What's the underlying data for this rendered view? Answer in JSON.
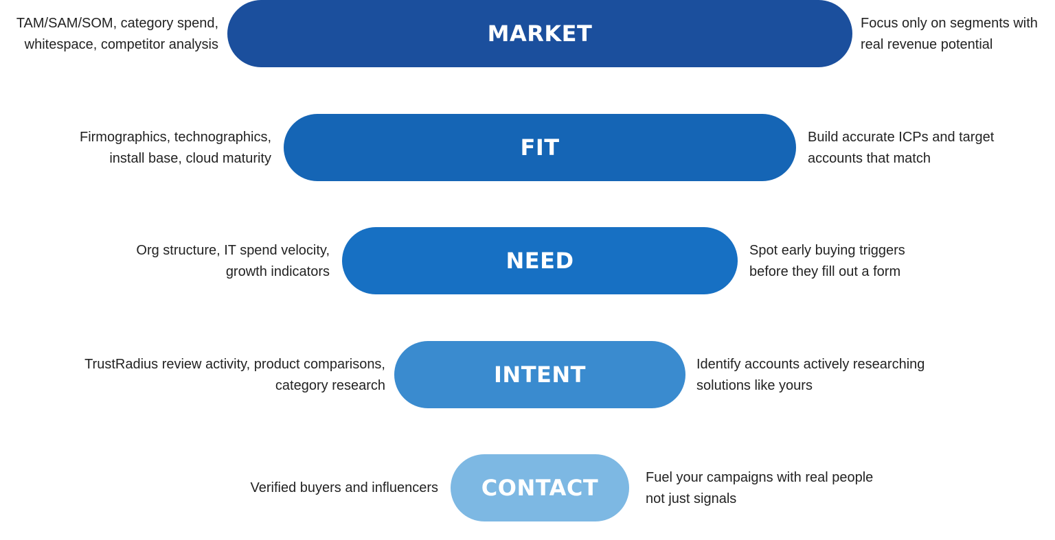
{
  "stages": [
    {
      "label": "MARKET",
      "left_lines": [
        "TAM/SAM/SOM, category spend,",
        "whitespace, competitor analysis"
      ],
      "right_lines": [
        "Focus only on segments with",
        "real revenue potential"
      ],
      "color": "#1b4f9d"
    },
    {
      "label": "FIT",
      "left_lines": [
        "Firmographics, technographics,",
        "install base, cloud maturity"
      ],
      "right_lines": [
        "Build accurate ICPs and target",
        "accounts that match"
      ],
      "color": "#1565b5"
    },
    {
      "label": "NEED",
      "left_lines": [
        "Org structure, IT spend velocity,",
        "growth indicators"
      ],
      "right_lines": [
        "Spot early buying triggers",
        "before they fill out a form"
      ],
      "color": "#1770c3"
    },
    {
      "label": "INTENT",
      "left_lines": [
        "TrustRadius review activity, product comparisons,",
        "category research"
      ],
      "right_lines": [
        "Identify accounts actively researching",
        "solutions like yours"
      ],
      "color": "#3a8bcf"
    },
    {
      "label": "CONTACT",
      "left_lines": [
        "Verified buyers and influencers"
      ],
      "right_lines": [
        "Fuel your campaigns with real people",
        "not just signals"
      ],
      "color": "#7db8e3"
    }
  ]
}
